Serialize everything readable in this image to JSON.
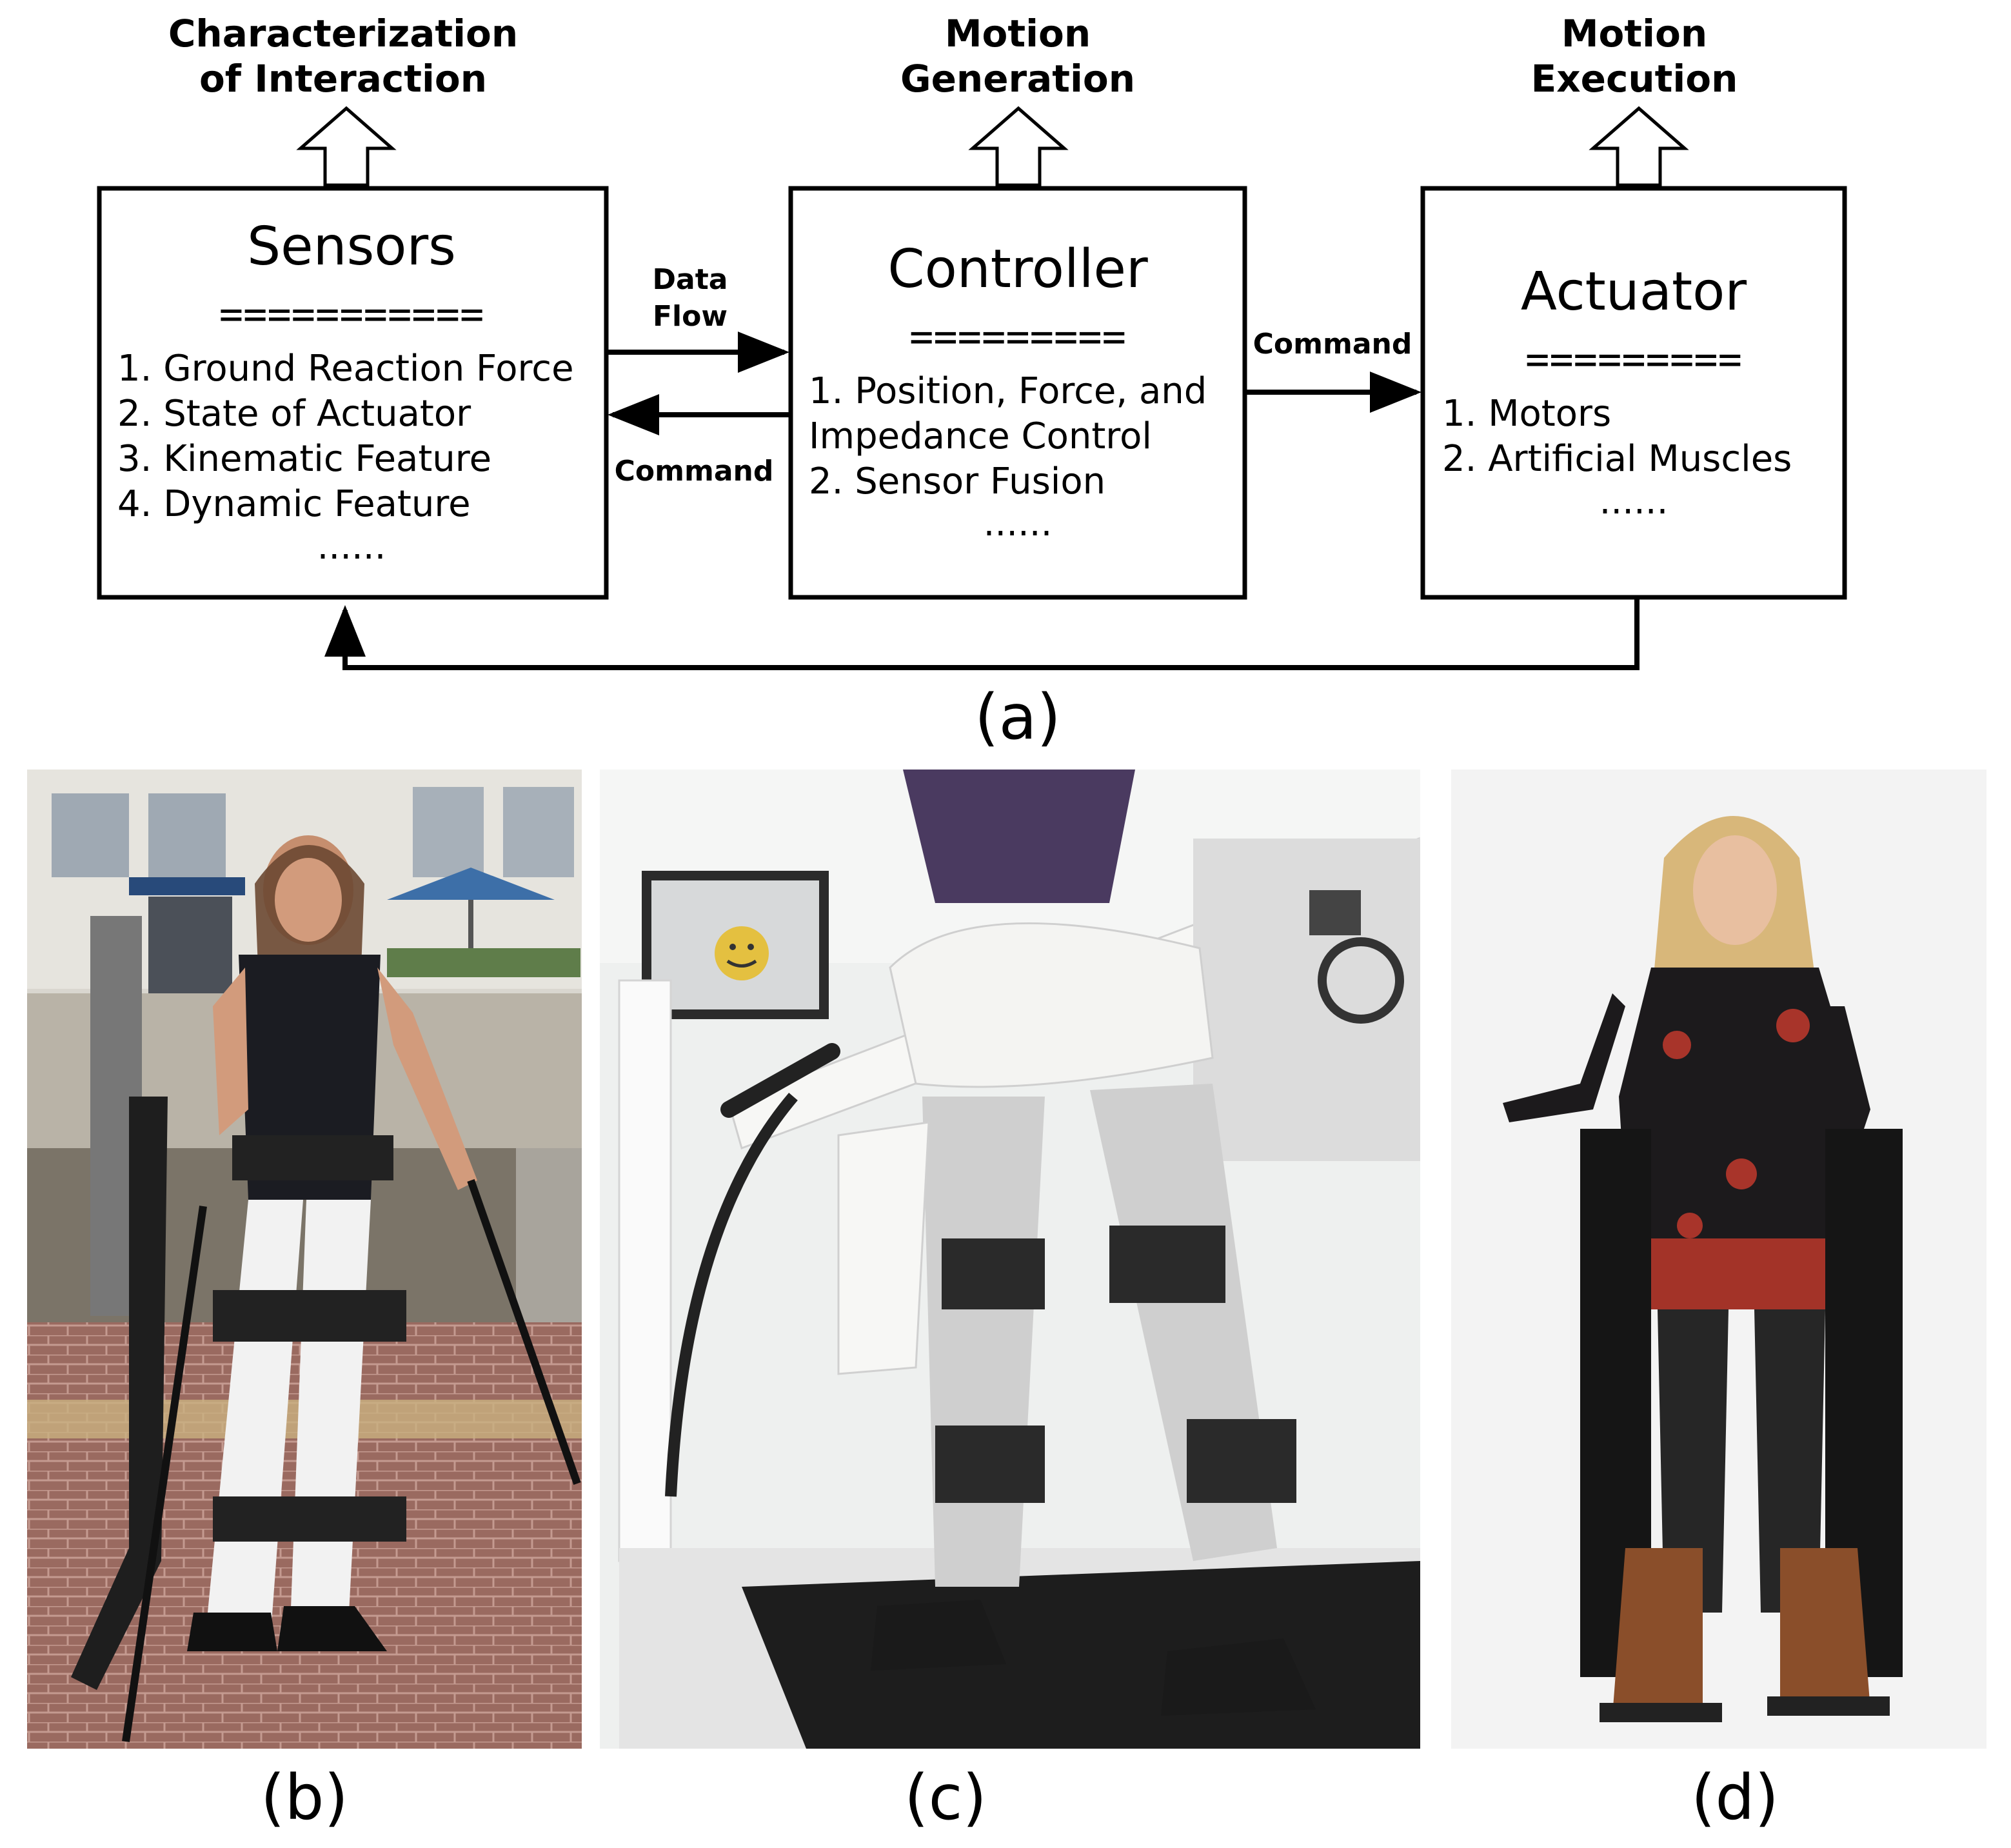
{
  "outputs": {
    "sensors": [
      "Characterization",
      "of Interaction"
    ],
    "controller": [
      "Motion",
      "Generation"
    ],
    "actuator": [
      "Motion",
      "Execution"
    ]
  },
  "sensors_box": {
    "title": "Sensors",
    "separator": "===========",
    "items": [
      "1. Ground Reaction Force",
      "2. State of Actuator",
      "3. Kinematic Feature",
      "4. Dynamic Feature"
    ],
    "ellipsis": "......"
  },
  "controller_box": {
    "title": "Controller",
    "separator": "=========",
    "items": [
      "1. Position, Force, and",
      "Impedance Control",
      "2. Sensor Fusion"
    ],
    "ellipsis": "......"
  },
  "actuator_box": {
    "title": "Actuator",
    "separator": "=========",
    "items": [
      "1. Motors",
      "2. Artificial Muscles"
    ],
    "ellipsis": "......"
  },
  "flows": {
    "data_flow": [
      "Data",
      "Flow"
    ],
    "command_back": "Command",
    "command_forward": "Command"
  },
  "panel_labels": {
    "a": "(a)",
    "b": "(b)",
    "c": "(c)",
    "d": "(d)"
  },
  "photos": {
    "b": "exoskeleton-crutches-photo",
    "c": "treadmill-gait-robot-photo",
    "d": "exoskeleton-standing-photo"
  }
}
